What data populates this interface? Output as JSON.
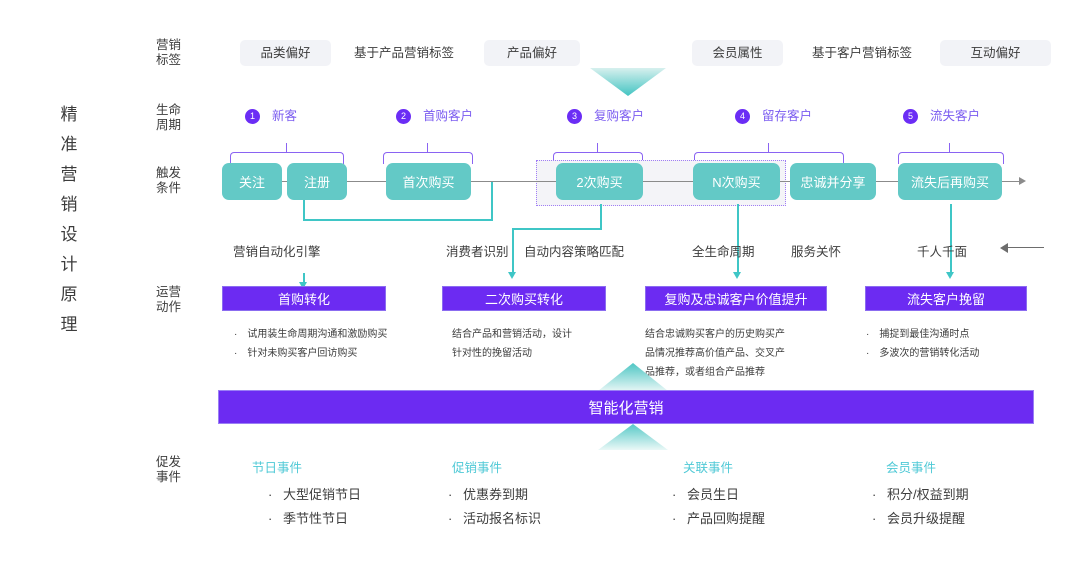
{
  "diagram": {
    "vertical_title": [
      "精",
      "准",
      "营",
      "销",
      "设",
      "计",
      "原",
      "理"
    ],
    "colors": {
      "purple": "#6c2bf2",
      "purple_light": "#7b5cf0",
      "teal": "#63c9c6",
      "teal_line": "#3fc6c6",
      "event_cyan": "#4fc9d6",
      "chip_bg": "#f2f3f7"
    }
  },
  "rows": {
    "marketing_tags_label": "营销\n标签",
    "lifecycle_label": "生命\n周期",
    "trigger_label": "触发\n条件",
    "operation_label": "运营\n动作",
    "event_label": "促发\n事件"
  },
  "marketing_tags": [
    {
      "text": "品类偏好",
      "style": "chip"
    },
    {
      "text": "基于产品营销标签",
      "style": "plain"
    },
    {
      "text": "产品偏好",
      "style": "chip"
    },
    {
      "text": "会员属性",
      "style": "chip"
    },
    {
      "text": "基于客户营销标签",
      "style": "plain"
    },
    {
      "text": "互动偏好",
      "style": "chip"
    }
  ],
  "lifecycle": [
    {
      "num": "1",
      "label": "新客"
    },
    {
      "num": "2",
      "label": "首购客户"
    },
    {
      "num": "3",
      "label": "复购客户"
    },
    {
      "num": "4",
      "label": "留存客户"
    },
    {
      "num": "5",
      "label": "流失客户"
    }
  ],
  "trigger_boxes": [
    {
      "label": "关注"
    },
    {
      "label": "注册"
    },
    {
      "label": "首次购买"
    },
    {
      "label": "2次购买"
    },
    {
      "label": "N次购买"
    },
    {
      "label": "忠诚并分享"
    },
    {
      "label": "流失后再购买"
    }
  ],
  "connector_texts": [
    "营销自动化引擎",
    "消费者识别",
    "自动内容策略匹配",
    "全生命周期",
    "服务关怀",
    "千人千面"
  ],
  "operations": [
    {
      "title": "首购转化",
      "bullets": [
        "试用装生命周期沟通和激励购买",
        "针对未购买客户回访购买"
      ],
      "style": "bulleted"
    },
    {
      "title": "二次购买转化",
      "bullets": [
        "结合产品和营销活动，设计",
        "针对性的挽留活动"
      ],
      "style": "plain"
    },
    {
      "title": "复购及忠诚客户价值提升",
      "bullets": [
        "结合忠诚购买客户的历史购买产",
        "品情况推荐高价值产品、交叉产",
        "品推荐，或者组合产品推荐"
      ],
      "style": "plain"
    },
    {
      "title": "流失客户挽留",
      "bullets": [
        "捕捉到最佳沟通时点",
        "多波次的营销转化活动"
      ],
      "style": "bulleted"
    }
  ],
  "smart_bar": {
    "title": "智能化营销"
  },
  "trigger_events": [
    {
      "title": "节日事件",
      "items": [
        "大型促销节日",
        "季节性节日"
      ]
    },
    {
      "title": "促销事件",
      "items": [
        "优惠券到期",
        "活动报名标识"
      ]
    },
    {
      "title": "关联事件",
      "items": [
        "会员生日",
        "产品回购提醒"
      ]
    },
    {
      "title": "会员事件",
      "items": [
        "积分/权益到期",
        "会员升级提醒"
      ]
    }
  ]
}
